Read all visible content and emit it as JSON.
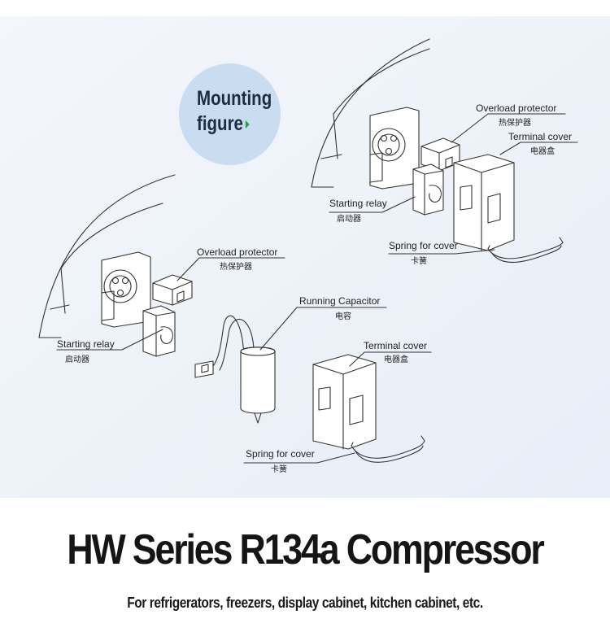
{
  "badge": {
    "line1": "Mounting",
    "line2": "figure"
  },
  "upper_diagram": {
    "overload_en": "Overload protector",
    "overload_cn": "热保护器",
    "terminal_en": "Terminal cover",
    "terminal_cn": "电器盒",
    "relay_en": "Starting relay",
    "relay_cn": "启动器",
    "spring_en": "Spring for cover",
    "spring_cn": "卡簧"
  },
  "lower_diagram": {
    "overload_en": "Overload protector",
    "overload_cn": "热保护器",
    "relay_en": "Starting relay",
    "relay_cn": "启动器",
    "capacitor_en": "Running Capacitor",
    "capacitor_cn": "电容",
    "terminal_en": "Terminal cover",
    "terminal_cn": "电器盒",
    "spring_en": "Spring for cover",
    "spring_cn": "卡簧"
  },
  "footer": {
    "title": "HW Series R134a Compressor",
    "subtitle": "For refrigerators, freezers, display cabinet, kitchen cabinet, etc."
  },
  "colors": {
    "panel_bg": "#edf2f9",
    "badge_bg": "#c9dcf0",
    "arrow": "#2a9b54",
    "line": "#333333"
  }
}
